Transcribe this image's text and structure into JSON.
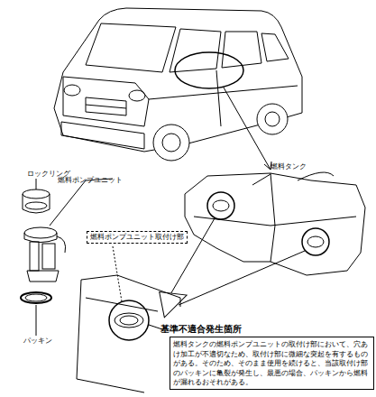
{
  "diagram": {
    "nodes": [
      {
        "text": [
          "燃料ポンプユニット取付け部"
        ]
      },
      {
        "text": [
          "基準不適合発生箇所",
          "燃料タンクの燃料ポンプユニットの取付け部において、穴あけ加工が不適切なため、取付け部に微細な突起を有するものがある。そのため、そのまま使用を続けると、当該取付け部のパッキンに亀裂が発生し、最悪の場合、パッキンから燃料が漏れるおそれがある。"
        ]
      }
    ],
    "labels": [
      "燃料タンク",
      "ロックリング",
      "燃料ポンプユニット",
      "パッキン"
    ]
  }
}
